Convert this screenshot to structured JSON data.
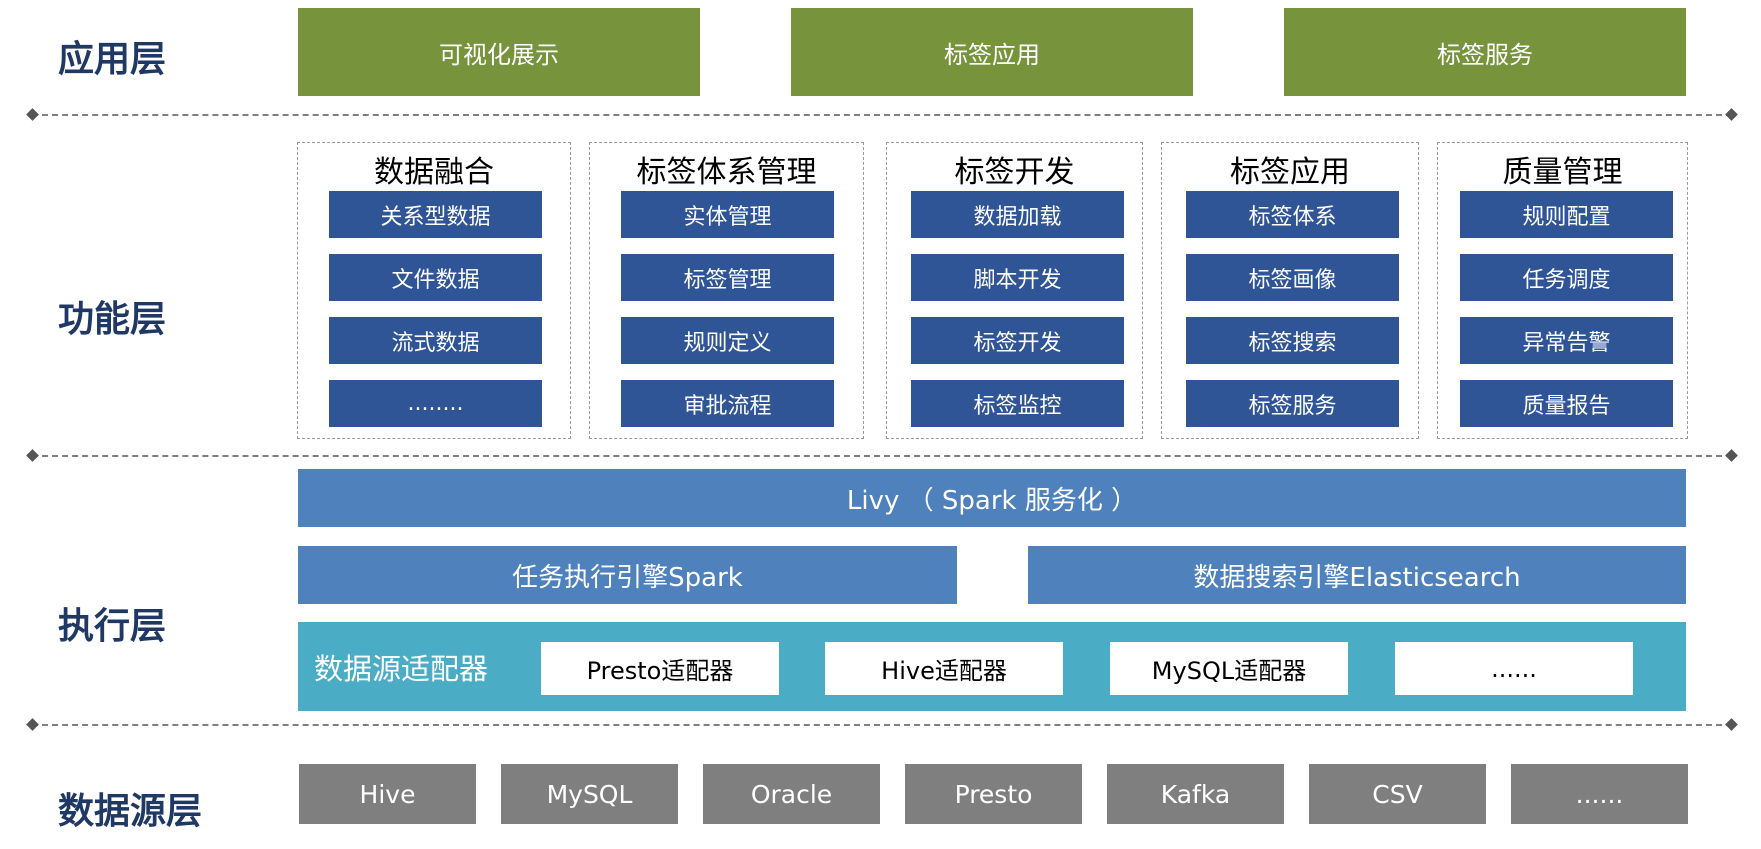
{
  "layers": {
    "application": "应用层",
    "function": "功能层",
    "execution": "执行层",
    "datasource": "数据源层"
  },
  "application_items": [
    "可视化展示",
    "标签应用",
    "标签服务"
  ],
  "function_groups": [
    {
      "title": "数据融合",
      "items": [
        "关系型数据",
        "文件数据",
        "流式数据",
        "........"
      ]
    },
    {
      "title": "标签体系管理",
      "items": [
        "实体管理",
        "标签管理",
        "规则定义",
        "审批流程"
      ]
    },
    {
      "title": "标签开发",
      "items": [
        "数据加载",
        "脚本开发",
        "标签开发",
        "标签监控"
      ]
    },
    {
      "title": "标签应用",
      "items": [
        "标签体系",
        "标签画像",
        "标签搜索",
        "标签服务"
      ]
    },
    {
      "title": "质量管理",
      "items": [
        "规则配置",
        "任务调度",
        "异常告警",
        "质量报告"
      ]
    }
  ],
  "execution": {
    "livy": "Livy （ Spark 服务化 ）",
    "spark_engine": "任务执行引擎Spark",
    "es_engine": "数据搜索引擎Elasticsearch",
    "adapter_title": "数据源适配器",
    "adapters": [
      "Presto适配器",
      "Hive适配器",
      "MySQL适配器",
      "......"
    ]
  },
  "data_sources": [
    "Hive",
    "MySQL",
    "Oracle",
    "Presto",
    "Kafka",
    "CSV",
    "......"
  ],
  "colors": {
    "application": "#77933c",
    "function_item": "#2f5597",
    "execution_bar": "#4f81bd",
    "adapter_panel": "#4bacc6",
    "data_source": "#7f7f7f",
    "layer_label": "#1f3864"
  }
}
